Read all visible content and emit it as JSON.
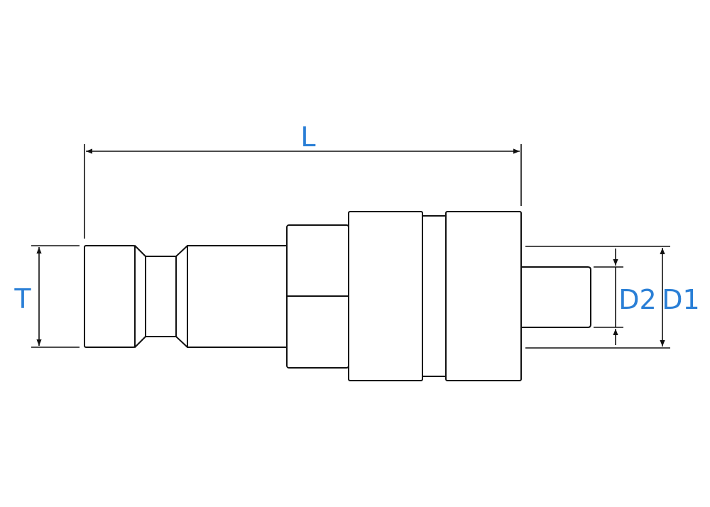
{
  "labels": {
    "length": "L",
    "thread": "T",
    "outer_diameter": "D1",
    "inner_diameter": "D2"
  },
  "colors": {
    "label": "#2a7fd6",
    "line": "#111111"
  }
}
